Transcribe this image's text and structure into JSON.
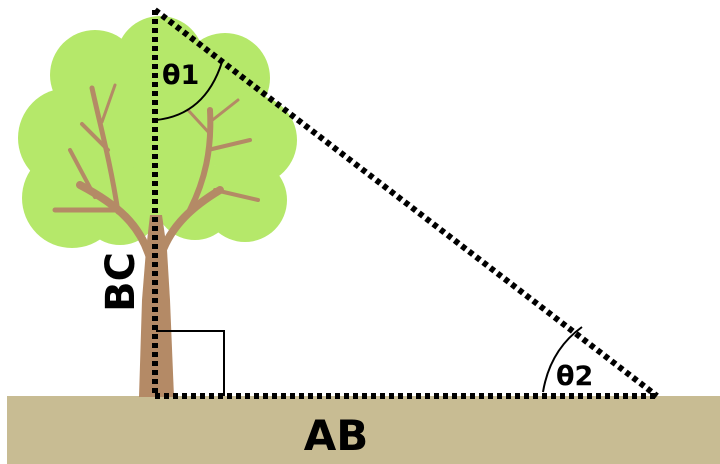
{
  "labels": {
    "theta1": "θ1",
    "theta2": "θ2",
    "bc": "BC",
    "ab": "AB"
  },
  "colors": {
    "foliage": "#b5e86a",
    "trunk": "#b48a66",
    "branch": "#b48a66",
    "ground": "#c8bc93",
    "line": "#000000",
    "background": "#ffffff"
  }
}
